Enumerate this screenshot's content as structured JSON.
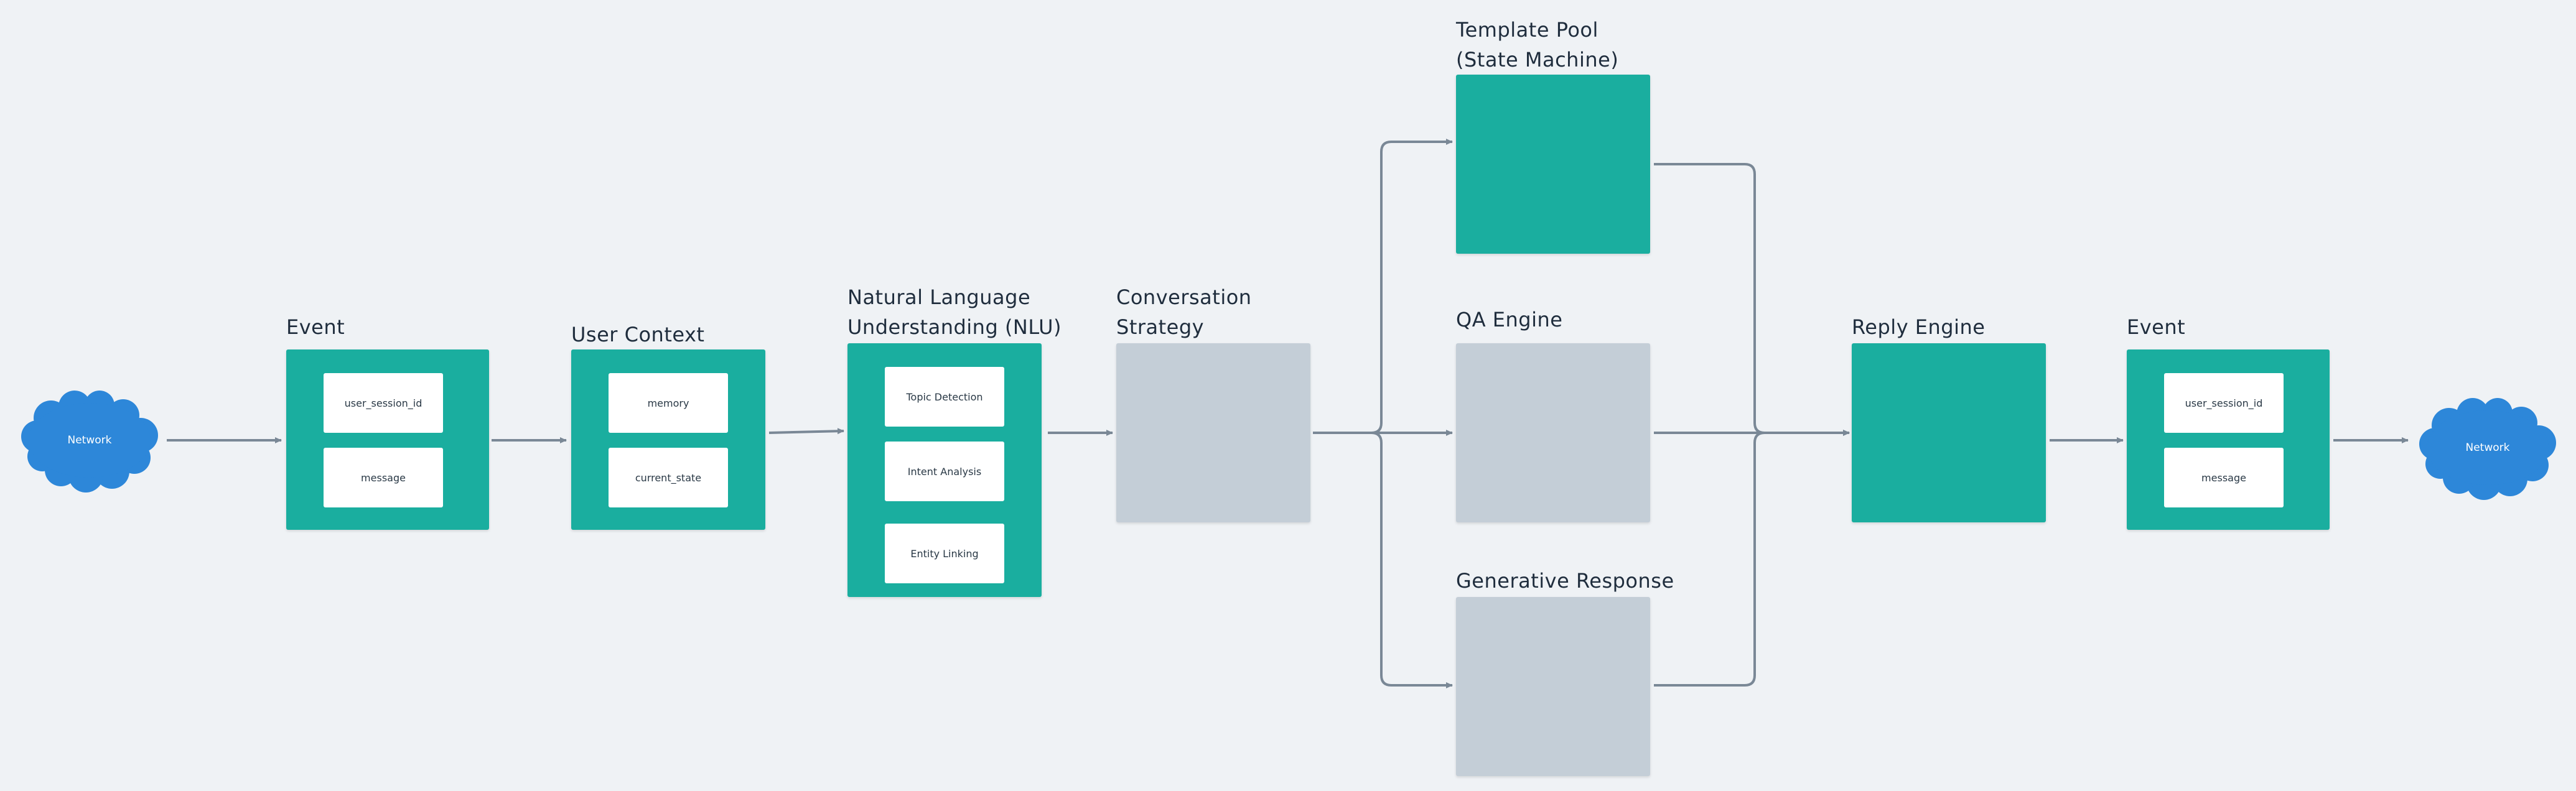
{
  "colors": {
    "background": "#eff2f5",
    "teal": "#1aae9f",
    "gray": "#c4ced7",
    "cloud": "#2d87d9",
    "connector": "#7a8896",
    "text": "#1f2d3d"
  },
  "network_left": {
    "label": "Network"
  },
  "network_right": {
    "label": "Network"
  },
  "event_in": {
    "title": "Event",
    "fields": [
      "user_session_id",
      "message"
    ]
  },
  "user_context": {
    "title": "User Context",
    "fields": [
      "memory",
      "current_state"
    ]
  },
  "nlu": {
    "title_line1": "Natural Language",
    "title_line2": "Understanding (NLU)",
    "fields": [
      "Topic Detection",
      "Intent Analysis",
      "Entity Linking"
    ]
  },
  "conversation_strategy": {
    "title_line1": "Conversation",
    "title_line2": "Strategy"
  },
  "template_pool": {
    "title_line1": "Template Pool",
    "title_line2": "(State Machine)"
  },
  "qa_engine": {
    "title": "QA Engine"
  },
  "generative_response": {
    "title": "Generative Response"
  },
  "reply_engine": {
    "title": "Reply Engine"
  },
  "event_out": {
    "title": "Event",
    "fields": [
      "user_session_id",
      "message"
    ]
  }
}
